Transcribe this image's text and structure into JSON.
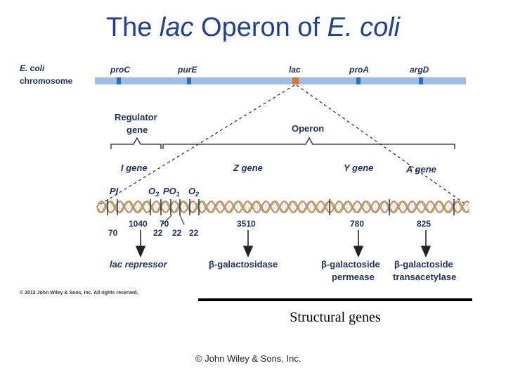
{
  "title": {
    "prefix": "The ",
    "lac": "lac",
    "middle": " Operon of ",
    "ecoli": "E. coli"
  },
  "chromosome": {
    "label_line1": "E. coli",
    "label_line2": "chromosome",
    "genes": [
      "proC",
      "purE",
      "lac",
      "proA",
      "argD"
    ]
  },
  "regulator_label": {
    "line1": "Regulator",
    "line2": "gene"
  },
  "operon_label": "Operon",
  "genes": {
    "i": "I gene",
    "z": "Z gene",
    "y": "Y gene",
    "a": "A gene"
  },
  "sites": {
    "pi": "PI",
    "o3": "O",
    "o3_sub": "3",
    "po1": "PO",
    "po1_sub": "1",
    "o2": "O",
    "o2_sub": "2"
  },
  "lengths": {
    "l70a": "70",
    "l1040": "1040",
    "l70b": "70",
    "l22a": "22",
    "l22b": "22",
    "l22c": "22",
    "l3510": "3510",
    "l780": "780",
    "l825": "825"
  },
  "products": {
    "repressor": "lac repressor",
    "galactosidase": "β-galactosidase",
    "permease_1": "β-galactoside",
    "permease_2": "permease",
    "transacetylase_1": "β-galactoside",
    "transacetylase_2": "transacetylase"
  },
  "figure_copyright": "© 2012 John Wiley & Sons, Inc. All rights reserved.",
  "structural_genes": "Structural genes",
  "slide_copyright": "© John Wiley & Sons, Inc.",
  "colors": {
    "title": "#1f3f9f",
    "chromosome_bar": "#9dbde6",
    "marker": "#2f6fb7",
    "lac_marker": "#e0702f",
    "label": "#1f2f5f",
    "helix_gold": "#c8a03a",
    "helix_tan": "#c98c6a",
    "helix_blue": "#6a8fc7"
  }
}
